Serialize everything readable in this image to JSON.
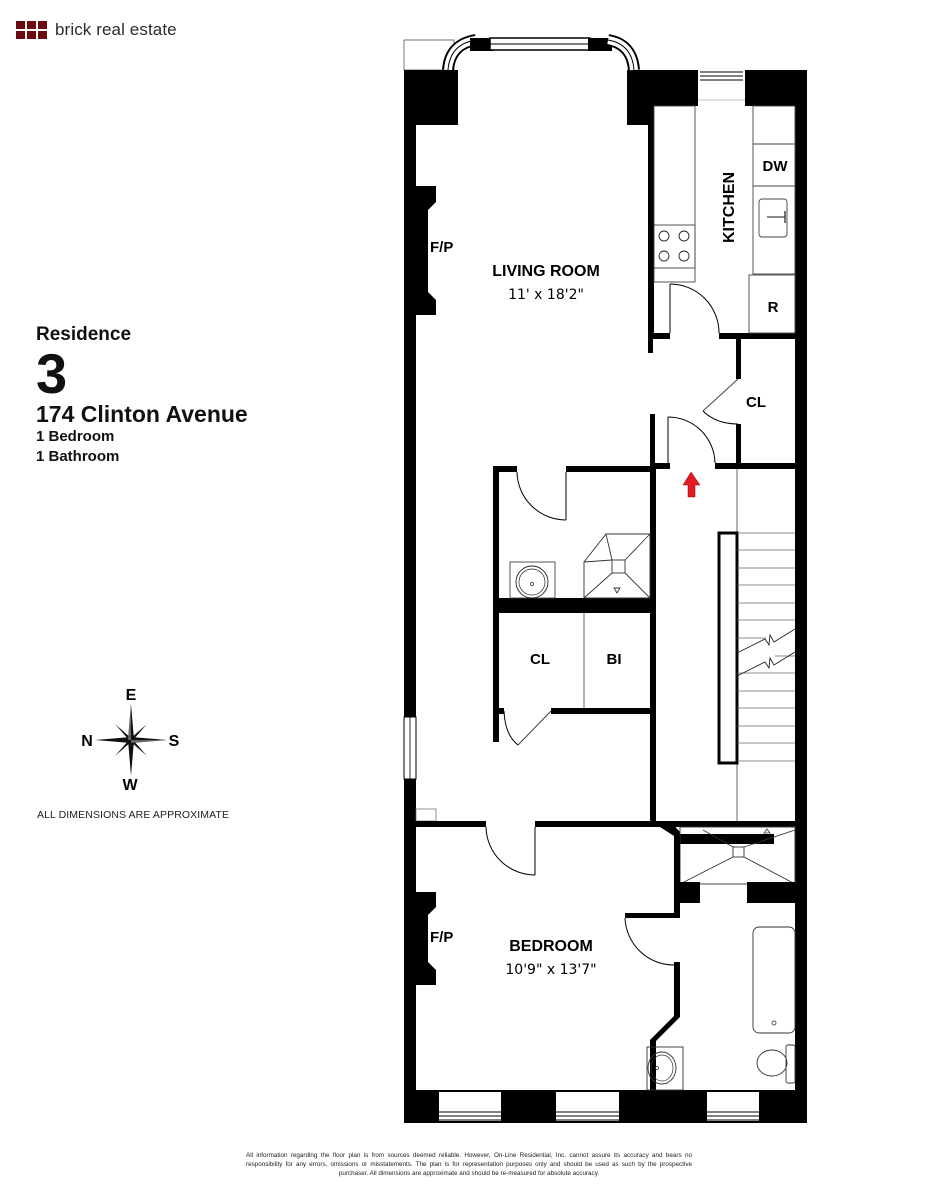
{
  "brand": {
    "name": "brick real estate",
    "color": "#6b0a10"
  },
  "listing": {
    "residence_label": "Residence",
    "residence_number": "3",
    "address": "174 Clinton Avenue",
    "bedrooms": "1 Bedroom",
    "bathrooms": "1 Bathroom"
  },
  "compass": {
    "top": "E",
    "left": "N",
    "right": "S",
    "bottom": "W",
    "icon": "compass-rose-icon"
  },
  "note": "ALL DIMENSIONS ARE APPROXIMATE",
  "floorplan": {
    "rooms": {
      "living_room": {
        "name": "LIVING ROOM",
        "dimensions": "11' x 18'2\""
      },
      "kitchen": {
        "name": "KITCHEN"
      },
      "bedroom": {
        "name": "BEDROOM",
        "dimensions": "10'9\" x 13'7\""
      },
      "closet_hall": {
        "name": "CL"
      },
      "closet_center": {
        "name": "CL"
      },
      "built_in": {
        "name": "BI"
      }
    },
    "fixtures": {
      "fireplace_living": "F/P",
      "fireplace_bedroom": "F/P",
      "dishwasher": "DW",
      "refrigerator": "R"
    },
    "entry_arrow_color": "#e31b23"
  },
  "disclaimer": "All information regarding the floor plan is from sources deemed reliable. However, On-Line Residential, Inc. cannot assure its accuracy and bears no responsibility for any errors, omissions or misstatements. The plan is for representation purposes only and should be used as such by the prospective purchaser. All dimensions are approximate and should be re-measured for absolute accuracy."
}
